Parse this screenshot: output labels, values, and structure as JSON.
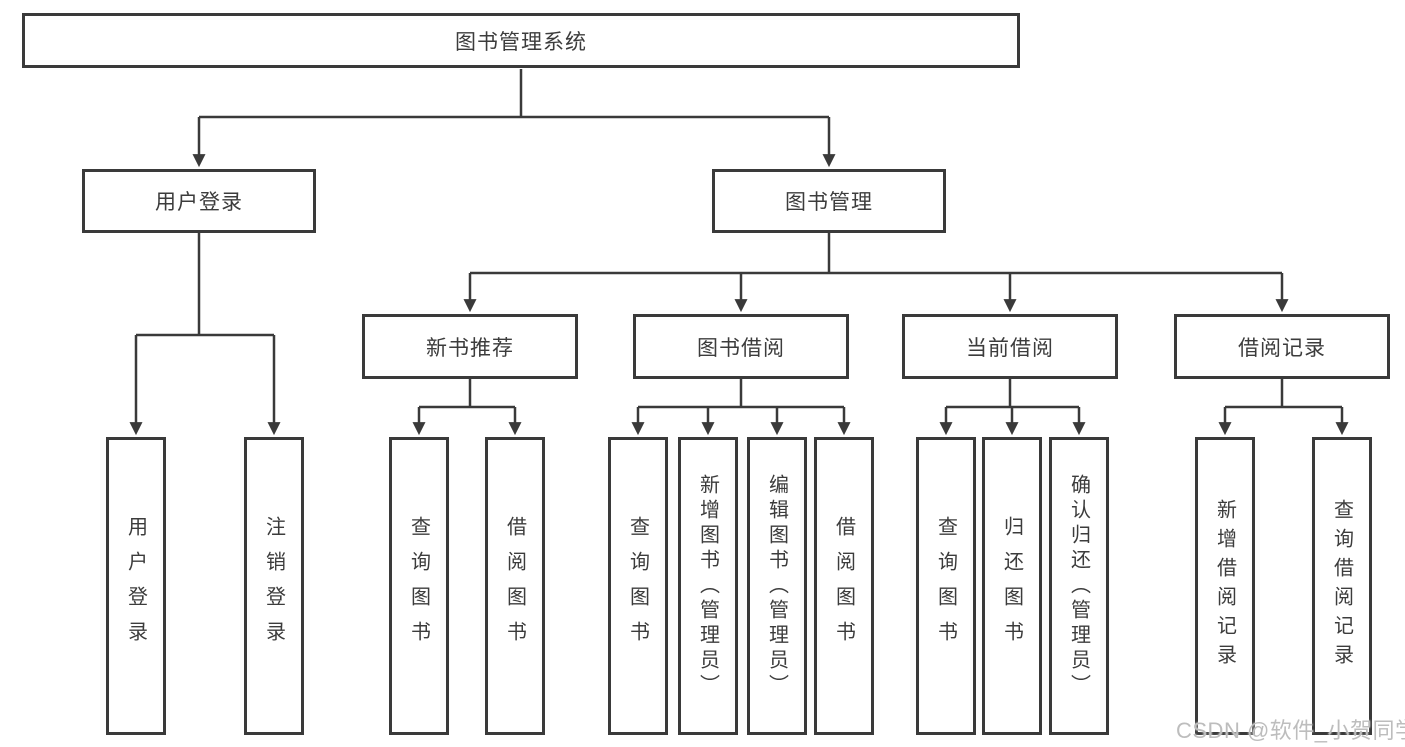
{
  "diagram": {
    "tree": {
      "label": "图书管理系统",
      "children": [
        {
          "label": "用户登录",
          "children": [
            {
              "label": "用户登录"
            },
            {
              "label": "注销登录"
            }
          ]
        },
        {
          "label": "图书管理",
          "children": [
            {
              "label": "新书推荐",
              "children": [
                {
                  "label": "查询图书"
                },
                {
                  "label": "借阅图书"
                }
              ]
            },
            {
              "label": "图书借阅",
              "children": [
                {
                  "label": "查询图书"
                },
                {
                  "label": "新增图书（管理员）"
                },
                {
                  "label": "编辑图书（管理员）"
                },
                {
                  "label": "借阅图书"
                }
              ]
            },
            {
              "label": "当前借阅",
              "children": [
                {
                  "label": "查询图书"
                },
                {
                  "label": "归还图书"
                },
                {
                  "label": "确认归还（管理员）"
                }
              ]
            },
            {
              "label": "借阅记录",
              "children": [
                {
                  "label": "新增借阅记录"
                },
                {
                  "label": "查询借阅记录"
                }
              ]
            }
          ]
        }
      ]
    },
    "colors": {
      "line": "#3a3a3a",
      "box_border": "#3a3a3a",
      "text": "#3c3c3c",
      "background": "#ffffff",
      "watermark": "#bdbdbd"
    }
  },
  "watermark": {
    "text": "CSDN @软件_小贺同学"
  }
}
